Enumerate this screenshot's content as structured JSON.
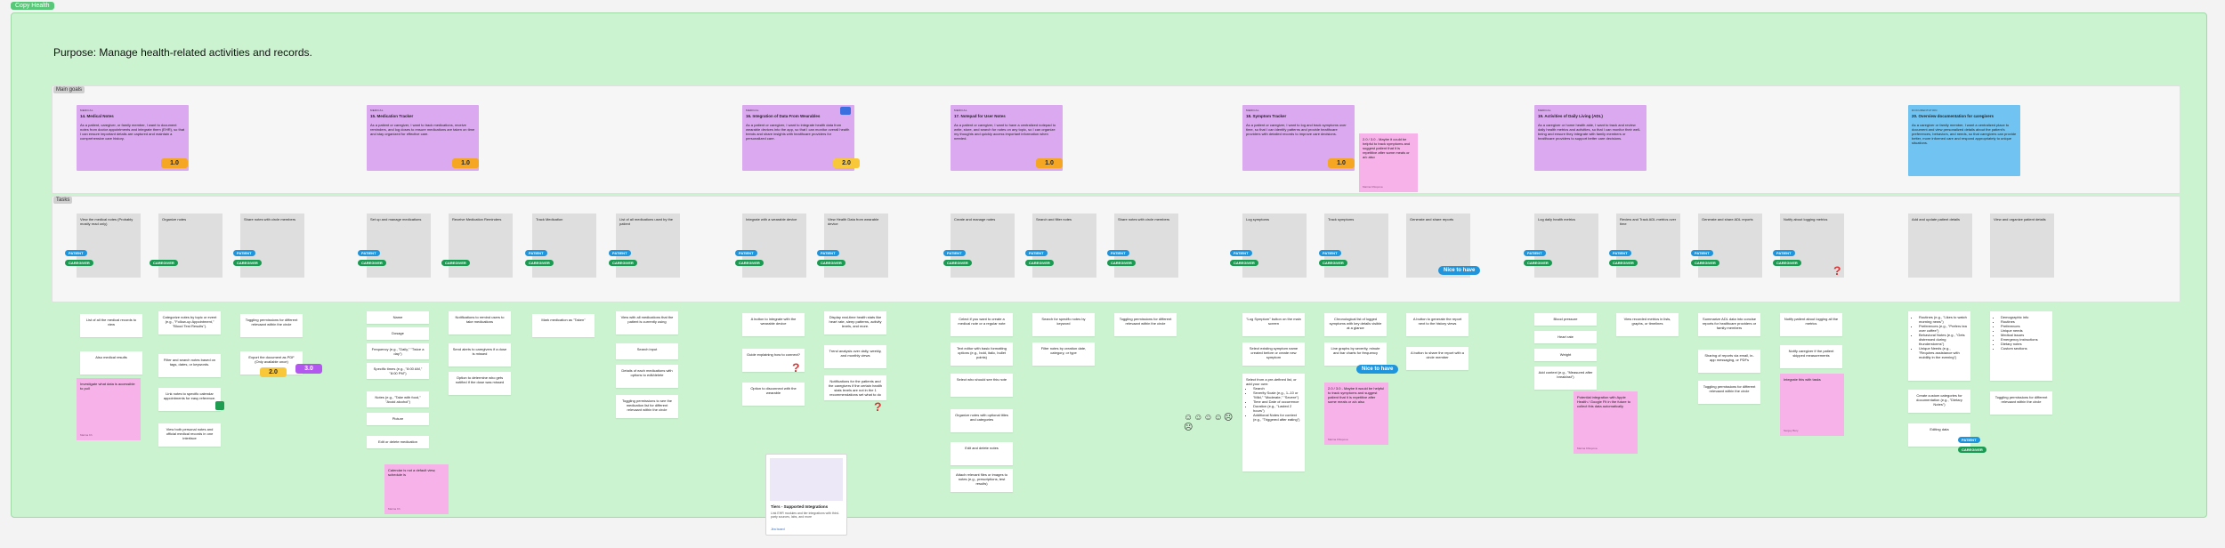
{
  "board": {
    "tab_label": "Copy Health",
    "purpose": "Purpose: Manage health-related activities and records."
  },
  "sections": {
    "main_goals": "Main goals",
    "tasks": "Tasks"
  },
  "goals": [
    {
      "category": "MEDICAL",
      "title": "14. Medical Notes",
      "body": "As a patient, caregiver, or family member, I want to document notes from doctor appointments and integrate them (EHR), so that I can ensure important details are captured and maintain a comprehensive care history.",
      "score": "1.0"
    },
    {
      "category": "MEDICAL",
      "title": "15. Medication Tracker",
      "body": "As a patient or caregiver, I want to track medications, receive reminders, and log doses to ensure medications are taken on time and stay organized for effective care.",
      "score": "1.0"
    },
    {
      "category": "MEDICAL",
      "title": "16. Integration of Data From Wearables",
      "body": "As a patient or caregiver, I want to integrate health data from wearable devices into the app, so that I can monitor overall health trends and share insights with healthcare providers for personalized care.",
      "score": "2.0"
    },
    {
      "category": "MEDICAL",
      "title": "17. Notepad for User Notes",
      "body": "As a patient or caregiver, I want to have a centralized notepad to write, store, and search for notes on any topic, so I can organize my thoughts and quickly access important information when needed.",
      "score": "1.0"
    },
    {
      "category": "MEDICAL",
      "title": "18. Symptom Tracker",
      "body": "As a patient or caregiver, I want to log and track symptoms over time, so that I can identify patterns and provide healthcare providers with detailed records to improve care decisions.",
      "score": "1.0"
    },
    {
      "category": "MEDICAL",
      "title": "19. Activities of Daily Living (ADL)",
      "body": "As a caregiver or home health aide, I want to track and review daily health metrics and activities, so that I can monitor their well-being and ensure they integrate with family members or healthcare providers to support better care decisions.",
      "score": ""
    },
    {
      "category": "DOCUMENTATION",
      "title": "20. Overview documentation for caregivers",
      "body": "As a caregiver or family member, I want a centralized place to document and view personalized details about the patient's preferences, behaviors, and needs, so that caregivers can provide better, more informed care and respond appropriately to unique situations.",
      "score": ""
    }
  ],
  "goal_note": {
    "text": "2.0 / 3.0 - Maybe it could be helpful to track symptoms and suggest patient that it is repetitive after some meals or a/c also",
    "author": "Marina Khlopova"
  },
  "tasks": [
    {
      "label": "View the medical notes (Probably mostly read only)",
      "patient": "PATIENT",
      "caregiver": "CAREGIVER"
    },
    {
      "label": "Organize notes",
      "patient": "",
      "caregiver": "CAREGIVER"
    },
    {
      "label": "Share notes with circle members",
      "patient": "PATIENT",
      "caregiver": "CAREGIVER"
    },
    {
      "label": "Set up and manage medications",
      "patient": "PATIENT",
      "caregiver": "CAREGIVER"
    },
    {
      "label": "Receive Medication Reminders",
      "patient": "",
      "caregiver": "CAREGIVER"
    },
    {
      "label": "Track Medication",
      "patient": "PATIENT",
      "caregiver": "CAREGIVER"
    },
    {
      "label": "List of all medications used by the patient",
      "patient": "PATIENT",
      "caregiver": "CAREGIVER"
    },
    {
      "label": "Integrate with a wearable device",
      "patient": "PATIENT",
      "caregiver": "CAREGIVER"
    },
    {
      "label": "View Health Data from wearable device",
      "patient": "PATIENT",
      "caregiver": "CAREGIVER"
    },
    {
      "label": "Create and manage notes",
      "patient": "PATIENT",
      "caregiver": "CAREGIVER"
    },
    {
      "label": "Search and filter notes",
      "patient": "PATIENT",
      "caregiver": "CAREGIVER"
    },
    {
      "label": "Share notes with circle members",
      "patient": "PATIENT",
      "caregiver": "CAREGIVER"
    },
    {
      "label": "Log symptoms",
      "patient": "PATIENT",
      "caregiver": "CAREGIVER"
    },
    {
      "label": "Track symptoms",
      "patient": "PATIENT",
      "caregiver": "CAREGIVER"
    },
    {
      "label": "Generate and share reports",
      "patient": "",
      "caregiver": ""
    },
    {
      "label": "Log daily health metrics",
      "patient": "PATIENT",
      "caregiver": "CAREGIVER"
    },
    {
      "label": "Review and Track ADL metrics over time",
      "patient": "PATIENT",
      "caregiver": "CAREGIVER"
    },
    {
      "label": "Generate and share ADL reports",
      "patient": "PATIENT",
      "caregiver": "CAREGIVER"
    },
    {
      "label": "Notify about logging metrics",
      "patient": "PATIENT",
      "caregiver": "CAREGIVER"
    },
    {
      "label": "Add and update patient details",
      "patient": "",
      "caregiver": ""
    },
    {
      "label": "View and organize patient details",
      "patient": "",
      "caregiver": ""
    }
  ],
  "nice_to_have": "Nice to have",
  "nice_to_have_2": "Nice to have",
  "notes": {
    "n1": "List of all the medical records to view",
    "n2": "Also medical results",
    "n3": "Categorize notes by topic or event (e.g., \"Follow-up Appointment,\" \"Blood Test Results\").",
    "n4": "Filter and search notes based on tags, dates, or keywords.",
    "n5": "Link notes to specific calendar appointments for easy reference.",
    "n6": "View both personal notes and official medical records in one interface",
    "n7": "Toggling permissions for different relevaant within the circle",
    "n8": "Export the document as PDF (Only available once)",
    "n9": "Name",
    "n10": "Dosage",
    "n11": "Frequency (e.g., \"Daily,\" \"Twice a day\")",
    "n12": "Specific times (e.g., \"8:00 AM,\" \"8:00 PM\")",
    "n13": "Notes (e.g., \"Take with food,\" \"Avoid alcohol\")",
    "n14": "Picture",
    "n15": "Edit or delete medication",
    "n16": "Notifications to remind users to take medications",
    "n17": "Send alerts to caregivers if a dose is missed",
    "n18": "Option to determine who gets notified if the dose was missed",
    "n19": "Mark medication as \"Taken\"",
    "n20": "View with all medications that the patient is currently using",
    "n21": "Search input",
    "n22": "Details of each medications with options to edit/delete",
    "n23": "Toggling permissions to see the medication list for different relevaant within the circle",
    "n24": "A button to integrate with the wearable device",
    "n25": "Guide explaining how to connect?",
    "n26": "Option to disconnect with the wearable",
    "n27": "Display real-time health stats like heart rate, sleep patterns, activity levels, and more.",
    "n28": "Trend analysis over daily, weekly, and monthly views",
    "n29": "Notifications for the patients and the caregivers if the certain health stats levels are not in the 1 recommendations set what to do",
    "n30": "Celect if you want to create a medical note or a regular note",
    "n31": "Text editor with basic formatting options (e.g., bold, italic, bullet points)",
    "n32": "Select who should see this note",
    "n33": "Organize notes with optional titles and categories",
    "n34": "Edit and delete notes",
    "n35": "Attach relevant files or images to notes (e.g., prescriptions, test results)",
    "n36": "Search for specific notes by keyword",
    "n37": "Filter notes by creation date, category, or type",
    "n38": "Toggling permissions for different relevaant within the circle",
    "n39": "\"Log Symptom\" button on the main screen",
    "n40": "Select existing symptom name created before or create new symptom",
    "n41": "Chronological list of logged symptoms with key details visible at a glance",
    "n42": "Line graphs by severity, minute and bar charts for frequency",
    "n43": "A button to generate the report next to the history views",
    "n44": "A button to share the report with a circle member",
    "n45": "Blood pressure",
    "n46": "Heart rate",
    "n47": "Weight",
    "n48": "Add context (e.g., \"Measured after breakfast\")",
    "n49": "View recorded metrics in lists, graphs, or timelines",
    "n50": "Summarize ADL data into concise reports for healthcare providers or family members",
    "n51": "Sharing of reports via email, in-app messaging, or PDFs",
    "n52": "Toggling permissions for different relevaant within the circle",
    "n53": "Notify patient about logging all the metrics",
    "n54": "Notify caregiver if the patient skipped measurements",
    "n55": "Create custom categories for documentation (e.g., \"Dietary Notes\")",
    "n56": "Editing data",
    "n57": "Toggling permissions for different relevaant within the circle"
  },
  "severity_list": {
    "intro": "Select from a pre-defined list, or add your own:",
    "items": [
      "Search",
      "Severity Scale (e.g., 1–10 or \"Mild,\" \"Moderate,\" \"Severe\")",
      "Time and Date of occurrence",
      "Duration (e.g., \"Lasted 2 hours\")",
      "Additional Notes for context (e.g., \"Triggered after eating\")"
    ]
  },
  "routine_list": [
    "Routines (e.g., \"Likes to watch morning news\")",
    "Preferences (e.g., \"Prefers tea over coffee\")",
    "Behavioral Notes (e.g., \"Gets distressed during thunderstorms\")",
    "Unique Needs (e.g., \"Requires assistance with mobility in the evening\")"
  ],
  "detail_list": [
    "Demographic info",
    "Routines",
    "Preferences",
    "Unique needs",
    "Medical issues",
    "Emergency instructions",
    "Dietary notes",
    "Custom sections"
  ],
  "pink_notes": {
    "p1": {
      "text": "Investigate what data is accessible to pull",
      "author": "Marina Kh"
    },
    "p2": {
      "text": "Calendar is not a default view, schedule is",
      "author": "Marina Kh"
    },
    "p3": {
      "text": "2.0 / 3.0 - Maybe it would be helpful to track symptoms and suggest patient that it is repetitive after some meals or a/c also",
      "author": "Marina Khlopova"
    },
    "p4": {
      "text": "Potential integration with Apple Health / Google Fit in the future to collect this data automatically",
      "author": "Marina Khlopova"
    },
    "p5": {
      "text": "Integrate this with tasks",
      "author": "Sergey Bery"
    }
  },
  "scores_extra": {
    "left": "2.0",
    "right": "3.0"
  },
  "widget": {
    "title": "Tiers - Supported Integrations",
    "desc": "Link EHR modules and tier integrations with third-party sources, labs, and more",
    "link": "Jira board"
  },
  "icons": {
    "thumb": "thumbs-up-icon",
    "chat": "chat-icon",
    "faces": "pain-faces-icon"
  },
  "colors": {
    "frame": "#ccf3d0",
    "goal": "#dba9ef",
    "goal_doc": "#71c4f2",
    "patient": "#1f95dd",
    "caregiver": "#1a9b52",
    "score": "#f5a623",
    "pink": "#f7b2e9"
  }
}
